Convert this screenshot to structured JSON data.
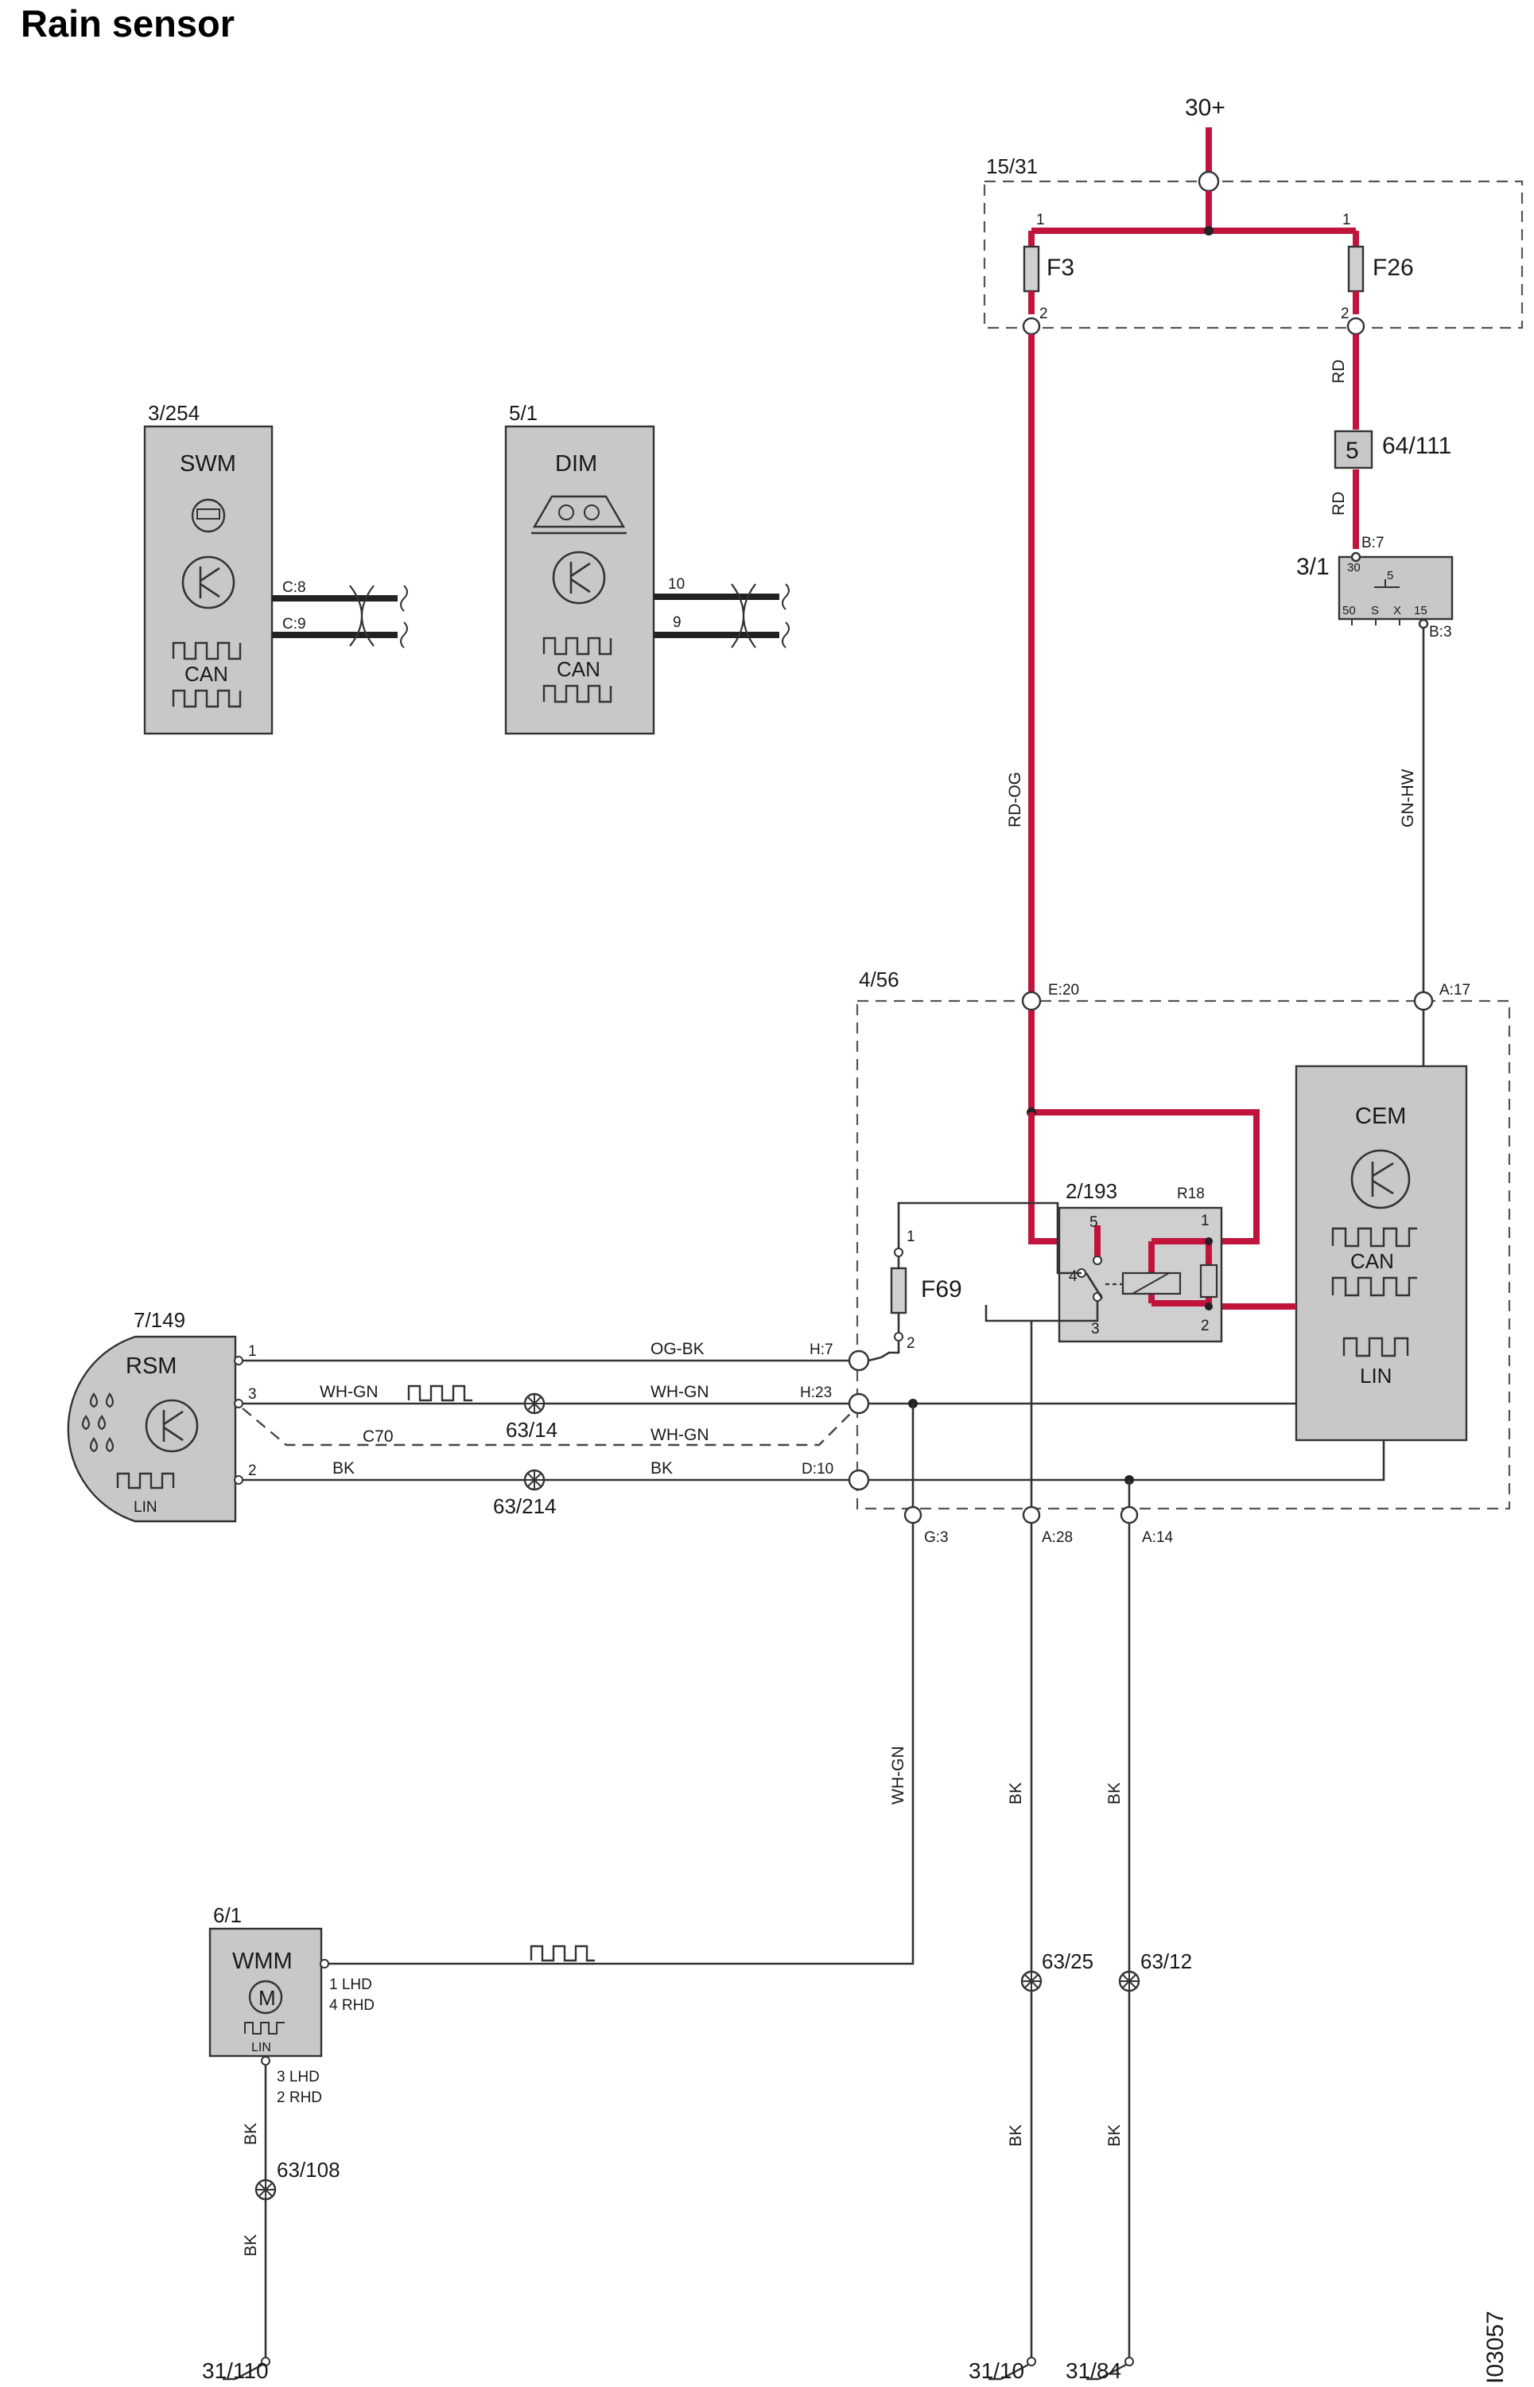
{
  "title": "Rain sensor",
  "figure_id": "I03057",
  "components": {
    "swm": {
      "ref": "3/254",
      "name": "SWM",
      "can": "CAN",
      "pins": [
        "C:8",
        "C:9"
      ]
    },
    "dim": {
      "ref": "5/1",
      "name": "DIM",
      "can": "CAN",
      "pins": [
        "10",
        "9"
      ]
    },
    "fuse_box": {
      "ref": "15/31",
      "supply": "30+",
      "fuse_a": "F3",
      "fuse_b": "F26",
      "pin_in": "1",
      "pin_out": "2"
    },
    "ground_64": {
      "ref": "64/111",
      "num": "5"
    },
    "ignition": {
      "ref": "3/1",
      "pin_top": "B:7",
      "pin_bottom": "B:3",
      "p30": "30",
      "p5": "5",
      "p50": "50",
      "pS": "S",
      "pX": "X",
      "p15": "15"
    },
    "cem_box": {
      "ref": "4/56",
      "cem": "CEM",
      "can": "CAN",
      "lin": "LIN",
      "e20": "E:20",
      "a17": "A:17"
    },
    "relay": {
      "ref": "2/193",
      "r18": "R18",
      "p5": "5",
      "p4": "4",
      "p3": "3",
      "p1": "1",
      "p2": "2"
    },
    "fuse_f69": {
      "name": "F69",
      "p1": "1",
      "p2": "2"
    },
    "rsm": {
      "ref": "7/149",
      "name": "RSM",
      "lin": "LIN",
      "p1": "1",
      "p3": "3",
      "p2": "2"
    },
    "wmm": {
      "ref": "6/1",
      "name": "WMM",
      "motor": "M",
      "lin": "LIN",
      "pin_a1": "1 LHD",
      "pin_a2": "4 RHD",
      "pin_b1": "3 LHD",
      "pin_b2": "2 RHD"
    }
  },
  "connectors": {
    "h7": "H:7",
    "h23": "H:23",
    "d10": "D:10",
    "g3": "G:3",
    "a28": "A:28",
    "a14": "A:14"
  },
  "wires": {
    "rd": "RD",
    "rd_og": "RD-OG",
    "gn_hw": "GN-HW",
    "og_bk": "OG-BK",
    "wh_gn": "WH-GN",
    "bk": "BK",
    "c70": "C70"
  },
  "splices": {
    "s63_14": "63/14",
    "s63_214": "63/214",
    "s63_25": "63/25",
    "s63_12": "63/12",
    "s63_108": "63/108"
  },
  "grounds": {
    "g31_110": "31/110",
    "g31_10": "31/10",
    "g31_84": "31/84"
  }
}
